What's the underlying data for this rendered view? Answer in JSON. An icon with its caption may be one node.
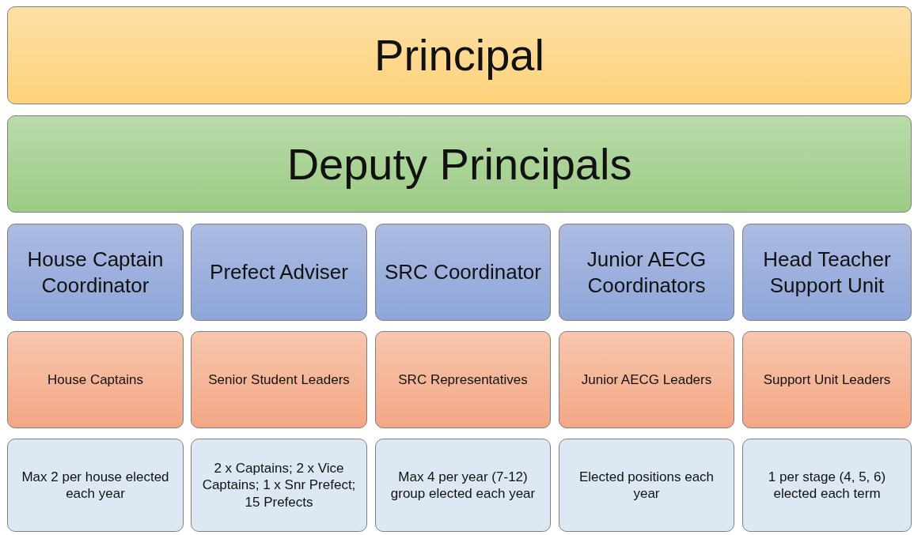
{
  "diagram": {
    "nodes": [
      {
        "text": [
          "Principal"
        ]
      },
      {
        "text": [
          "Deputy Principals"
        ]
      },
      {
        "text": [
          "House Captain Coordinator"
        ]
      },
      {
        "text": [
          "Prefect Adviser"
        ]
      },
      {
        "text": [
          "SRC Coordinator"
        ]
      },
      {
        "text": [
          "Junior AECG Coordinators"
        ]
      },
      {
        "text": [
          "Head Teacher Support Unit"
        ]
      },
      {
        "text": [
          "House Captains"
        ]
      },
      {
        "text": [
          "Senior Student Leaders"
        ]
      },
      {
        "text": [
          "SRC Representatives"
        ]
      },
      {
        "text": [
          "Junior AECG Leaders"
        ]
      },
      {
        "text": [
          "Support Unit Leaders"
        ]
      },
      {
        "text": [
          "Max 2 per house elected each year"
        ]
      },
      {
        "text": [
          "2 x Captains; 2 x Vice Captains; 1 x Snr Prefect; 15 Prefects"
        ]
      },
      {
        "text": [
          "Max 4 per year (7-12) group elected each year"
        ]
      },
      {
        "text": [
          "Elected positions each year"
        ]
      },
      {
        "text": [
          "1 per stage (4, 5, 6) elected each term"
        ]
      }
    ]
  }
}
